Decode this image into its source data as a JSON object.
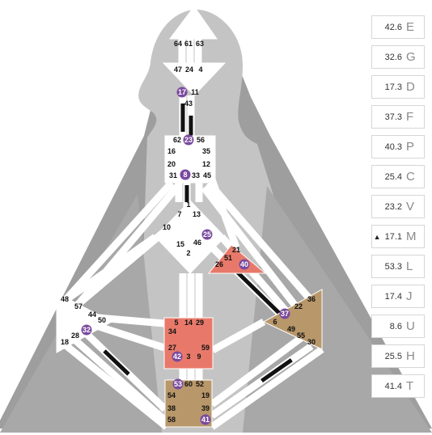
{
  "centers": {
    "head": {
      "gates": [
        "64",
        "61",
        "63"
      ]
    },
    "ajna": {
      "gates": [
        "47",
        "24",
        "4",
        "17",
        "11",
        "43"
      ]
    },
    "throat": {
      "gates": [
        "62",
        "23",
        "56",
        "16",
        "35",
        "20",
        "12",
        "31",
        "8",
        "33",
        "45"
      ]
    },
    "g": {
      "gates": [
        "1",
        "7",
        "13",
        "10",
        "25",
        "15",
        "46",
        "2"
      ]
    },
    "heart": {
      "gates": [
        "21",
        "51",
        "26",
        "40"
      ]
    },
    "spleen": {
      "gates": [
        "48",
        "57",
        "44",
        "50",
        "32",
        "28",
        "18"
      ]
    },
    "sacral": {
      "gates": [
        "5",
        "14",
        "29",
        "34",
        "27",
        "59",
        "42",
        "3",
        "9"
      ]
    },
    "solar_plexus": {
      "gates": [
        "36",
        "22",
        "37",
        "6",
        "49",
        "55",
        "30"
      ]
    },
    "root": {
      "gates": [
        "53",
        "60",
        "52",
        "54",
        "19",
        "38",
        "39",
        "58",
        "41"
      ]
    }
  },
  "active_gates": [
    "17",
    "23",
    "8",
    "25",
    "40",
    "32",
    "42",
    "37",
    "53",
    "41"
  ],
  "legend": [
    {
      "value": "42.6",
      "letter": "E",
      "marker": ""
    },
    {
      "value": "32.6",
      "letter": "G",
      "marker": ""
    },
    {
      "value": "17.3",
      "letter": "D",
      "marker": ""
    },
    {
      "value": "37.3",
      "letter": "F",
      "marker": ""
    },
    {
      "value": "40.3",
      "letter": "P",
      "marker": ""
    },
    {
      "value": "25.4",
      "letter": "C",
      "marker": ""
    },
    {
      "value": "23.2",
      "letter": "V",
      "marker": ""
    },
    {
      "value": "17.1",
      "letter": "M",
      "marker": "▲"
    },
    {
      "value": "53.3",
      "letter": "L",
      "marker": ""
    },
    {
      "value": "17.4",
      "letter": "J",
      "marker": ""
    },
    {
      "value": "8.6",
      "letter": "U",
      "marker": ""
    },
    {
      "value": "25.5",
      "letter": "H",
      "marker": ""
    },
    {
      "value": "41.4",
      "letter": "T",
      "marker": ""
    }
  ],
  "colors": {
    "background_silhouette": "#9e9e9e",
    "head_silhouette": "#c4c4c4",
    "defined_motor": "#b8976a",
    "defined_sacral": "#e8796a",
    "undefined_center": "#ffffff",
    "active_gate": "#7a4a9e",
    "channel_black": "#111111"
  }
}
